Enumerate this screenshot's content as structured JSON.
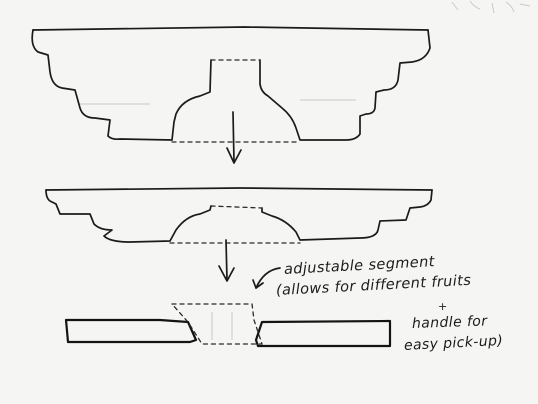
{
  "annotation": {
    "line1": "adjustable segment",
    "line2": "(allows for different fruits",
    "plus": "+",
    "line3": "handle for",
    "line4": "easy pick-up)"
  }
}
